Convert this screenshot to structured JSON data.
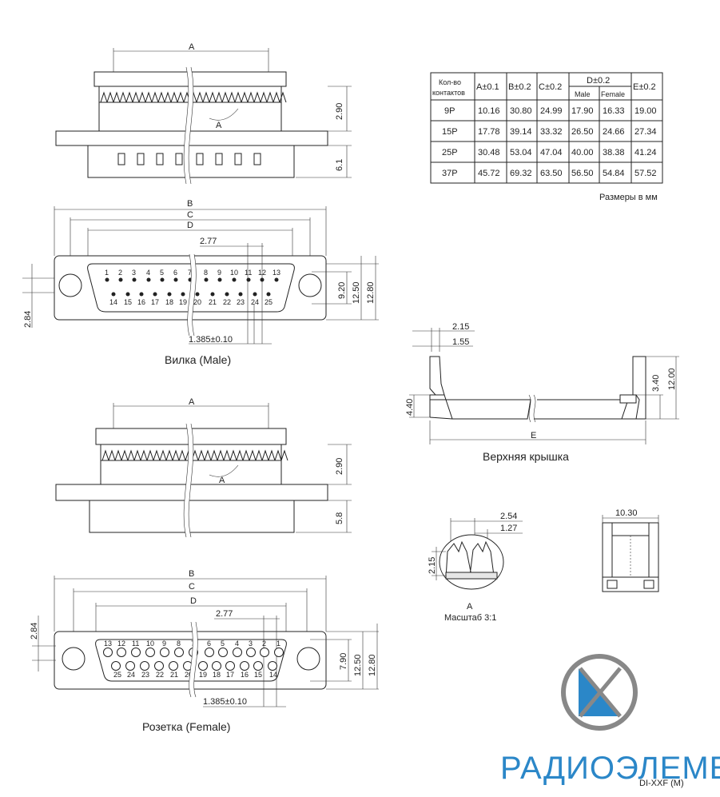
{
  "dims": {
    "A": "A",
    "B": "B",
    "C": "C",
    "D": "D",
    "E": "E",
    "p277": "2.77",
    "p1385": "1.385±0.10",
    "v290": "2.90",
    "v61": "6.1",
    "v58": "5.8",
    "v920": "9.20",
    "v1250": "12.50",
    "v1280": "12.80",
    "v284": "2.84",
    "v790": "7.90",
    "v215": "2.15",
    "v155": "1.55",
    "v440": "4.40",
    "v340": "3.40",
    "v1200": "12.00",
    "v254": "2.54",
    "v127": "1.27",
    "v1030": "10.30",
    "detailA": "A"
  },
  "captions": {
    "male": "Вилка (Male)",
    "female": "Розетка (Female)",
    "top_cover": "Верхняя крышка",
    "scale": "Масштаб 3:1",
    "units": "Размеры в мм"
  },
  "pins": {
    "male_top": [
      "1",
      "2",
      "3",
      "4",
      "5",
      "6",
      "7",
      "8",
      "9",
      "10",
      "11",
      "12",
      "13"
    ],
    "male_bottom": [
      "14",
      "15",
      "16",
      "17",
      "18",
      "19",
      "20",
      "21",
      "22",
      "23",
      "24",
      "25"
    ],
    "female_top": [
      "13",
      "12",
      "11",
      "10",
      "9",
      "8",
      "7",
      "6",
      "5",
      "4",
      "3",
      "2",
      "1"
    ],
    "female_bottom": [
      "25",
      "24",
      "23",
      "22",
      "21",
      "20",
      "19",
      "18",
      "17",
      "16",
      "15",
      "14"
    ]
  },
  "table": {
    "col_count_l1": "Кол-во",
    "col_count_l2": "контактов",
    "col_a": "A±0.1",
    "col_b": "B±0.2",
    "col_c": "C±0.2",
    "col_d": "D±0.2",
    "col_d_male": "Male",
    "col_d_female": "Female",
    "col_e": "E±0.2",
    "rows": [
      [
        "9P",
        "10.16",
        "30.80",
        "24.99",
        "17.90",
        "16.33",
        "19.00"
      ],
      [
        "15P",
        "17.78",
        "39.14",
        "33.32",
        "26.50",
        "24.66",
        "27.34"
      ],
      [
        "25P",
        "30.48",
        "53.04",
        "47.04",
        "40.00",
        "38.38",
        "41.24"
      ],
      [
        "37P",
        "45.72",
        "69.32",
        "63.50",
        "56.50",
        "54.84",
        "57.52"
      ]
    ]
  },
  "brand": {
    "name": "РАДИОЭЛЕМЕНТ",
    "part": "DI-XXF (M)",
    "accent": "#2b87c8"
  }
}
